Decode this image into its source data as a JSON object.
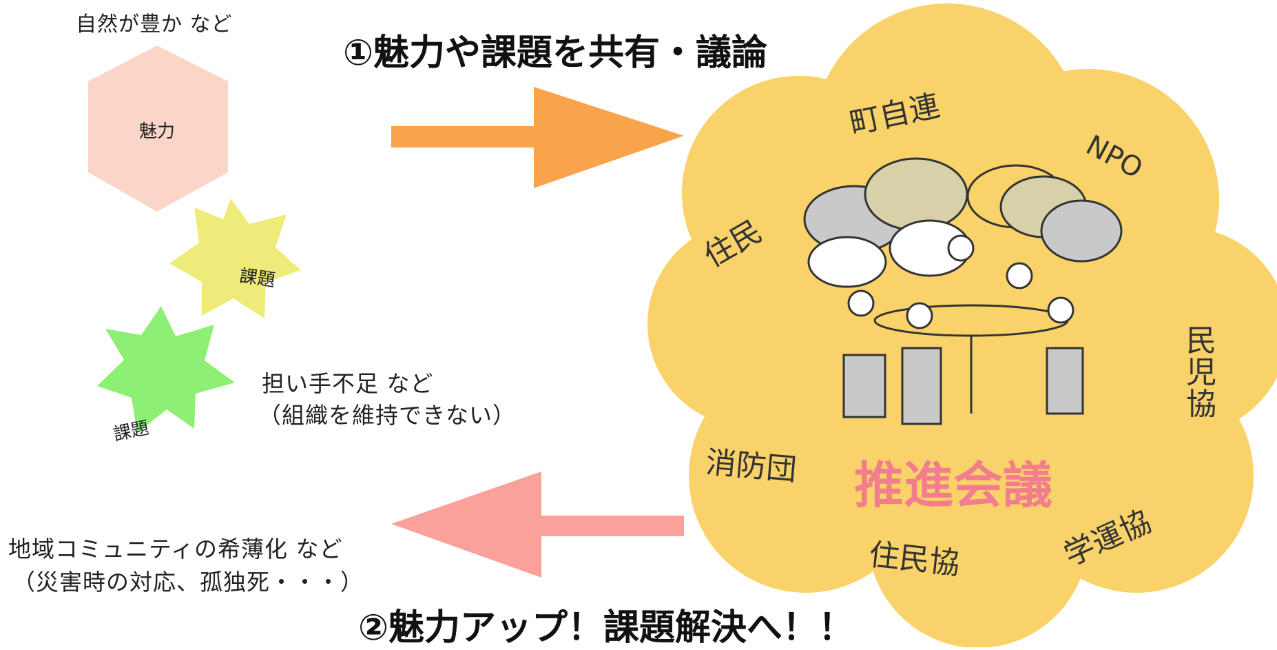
{
  "attraction": {
    "note": "自然が豊か など",
    "label": "魅力",
    "color": "#fbd6c8"
  },
  "issues": [
    {
      "label": "課題",
      "note_line1": "担い手不足 など",
      "note_line2": "（組織を維持できない）",
      "color": "#efeb7a"
    },
    {
      "label": "課題",
      "note_line1": "地域コミュニティの希薄化 など",
      "note_line2": "（災害時の対応、孤独死・・・）",
      "color": "#8def74"
    }
  ],
  "step1": {
    "label": "①魅力や課題を共有・議論",
    "arrow_color": "#f9a44a"
  },
  "step2": {
    "label": "②魅力アップ！課題解決へ！！",
    "arrow_color": "#f9a19a"
  },
  "council": {
    "name": "推進会議",
    "name_color": "#f27d8d",
    "cloud_color": "#f9d369",
    "members": {
      "town": "町自連",
      "npo": "NPO",
      "residents": "住民",
      "welfare": "民児協",
      "fire": "消防団",
      "residents_assoc": "住民協",
      "school": "学運協"
    }
  }
}
